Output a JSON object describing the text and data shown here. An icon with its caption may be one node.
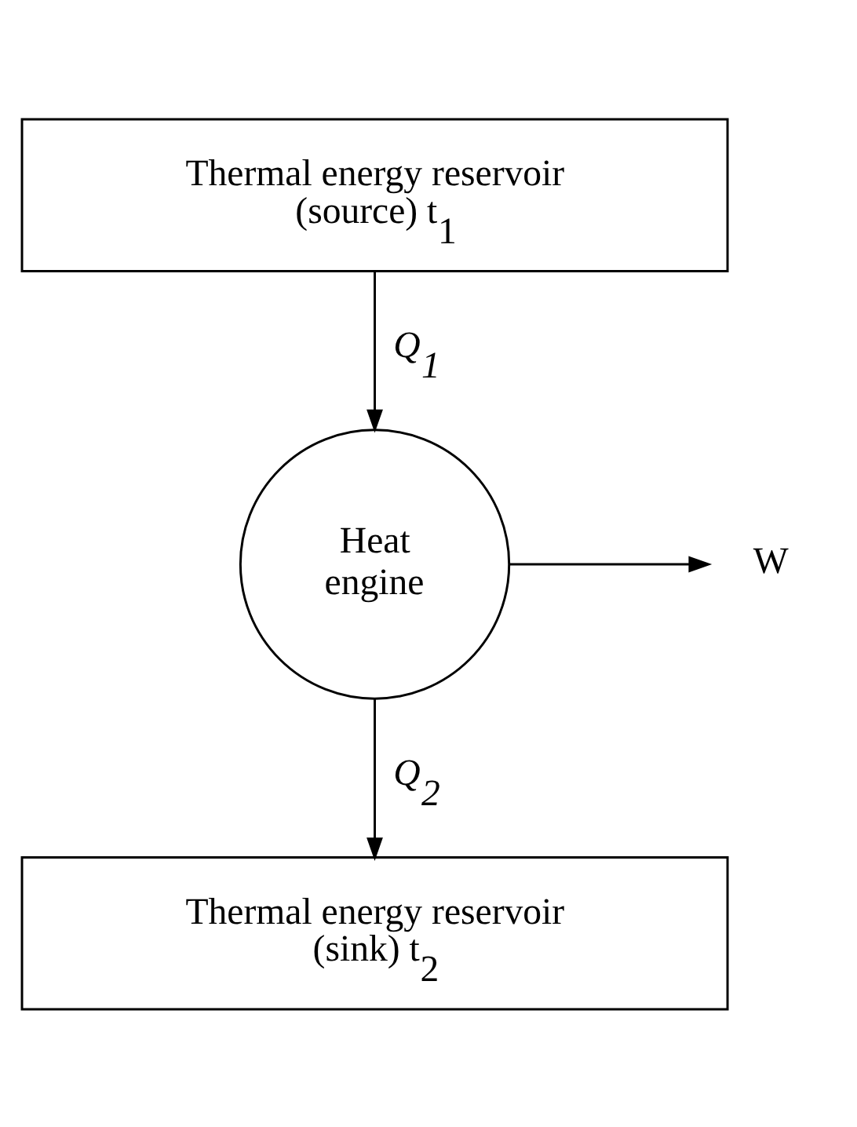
{
  "diagram": {
    "nodes": [
      {
        "text": [
          "Thermal energy reservoir (source) t$_{1}$"
        ]
      },
      {
        "text": [
          "Heat engine"
        ]
      },
      {
        "text": [
          "Thermal energy reservoir (sink) t$_{2}$"
        ]
      },
      {
        "text": [
          "W"
        ]
      }
    ],
    "edges": [
      {
        "from": 0,
        "to": 1,
        "arrow": "to",
        "label": "Q$_{1}$"
      },
      {
        "from": 1,
        "to": 2,
        "arrow": "to",
        "label": "Q$_{2}$"
      },
      {
        "from": 1,
        "to": 3,
        "arrow": "to"
      }
    ]
  }
}
